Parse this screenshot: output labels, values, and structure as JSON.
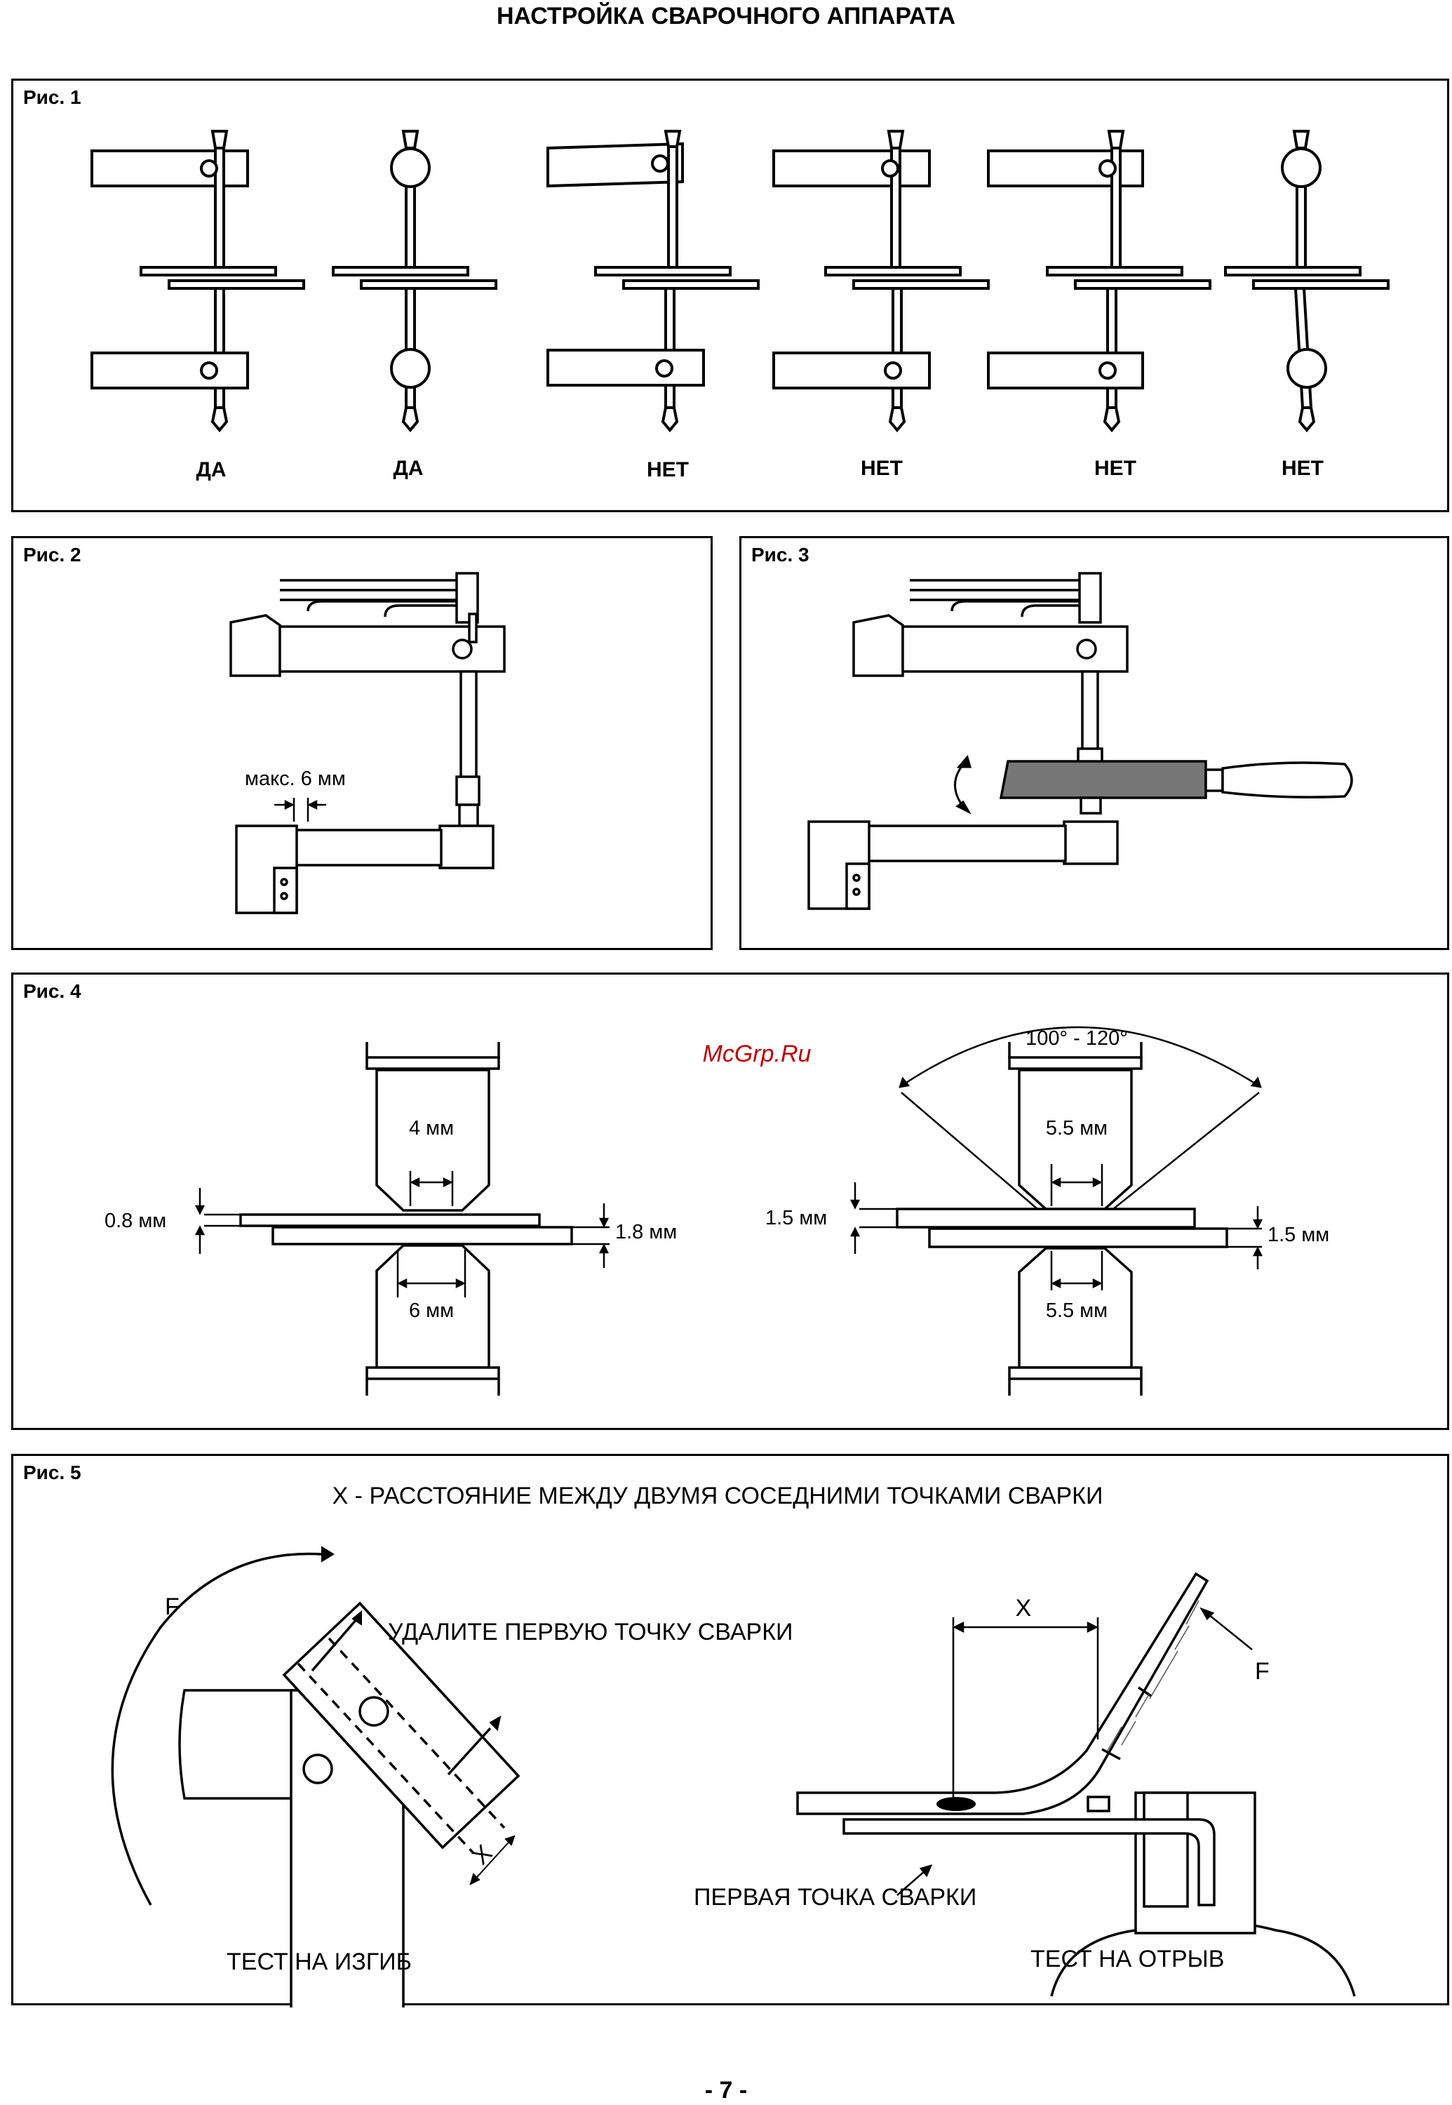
{
  "page": {
    "title": "НАСТРОЙКА СВАРОЧНОГО АППАРАТА",
    "page_number": "- 7 -",
    "watermark": "McGrp.Ru"
  },
  "fig1": {
    "label": "Рис. 1",
    "verdicts": [
      "ДА",
      "ДА",
      "НЕТ",
      "НЕТ",
      "НЕТ",
      "НЕТ"
    ]
  },
  "fig2": {
    "label": "Рис. 2",
    "gap_label": "макс. 6 мм"
  },
  "fig3": {
    "label": "Рис. 3"
  },
  "fig4": {
    "label": "Рис. 4",
    "left": {
      "tip_top": "4 мм",
      "tip_bottom": "6 мм",
      "sheet_top": "0.8 мм",
      "sheet_bottom": "1.8 мм"
    },
    "right": {
      "angle": "100° - 120°",
      "tip_top": "5.5 мм",
      "tip_bottom": "5.5 мм",
      "sheet_top": "1.5 мм",
      "sheet_bottom": "1.5 мм"
    }
  },
  "fig5": {
    "label": "Рис. 5",
    "heading": "X - РАССТОЯНИЕ МЕЖДУ ДВУМЯ СОСЕДНИМИ ТОЧКАМИ СВАРКИ",
    "remove_text": "УДАЛИТЕ ПЕРВУЮ ТОЧКУ СВАРКИ",
    "force_left": "F",
    "x_left": "X",
    "bend_test": "ТЕСТ НА ИЗГИБ",
    "x_right": "X",
    "force_right": "F",
    "first_spot": "ПЕРВАЯ ТОЧКА СВАРКИ",
    "peel_test": "ТЕСТ НА ОТРЫВ"
  }
}
